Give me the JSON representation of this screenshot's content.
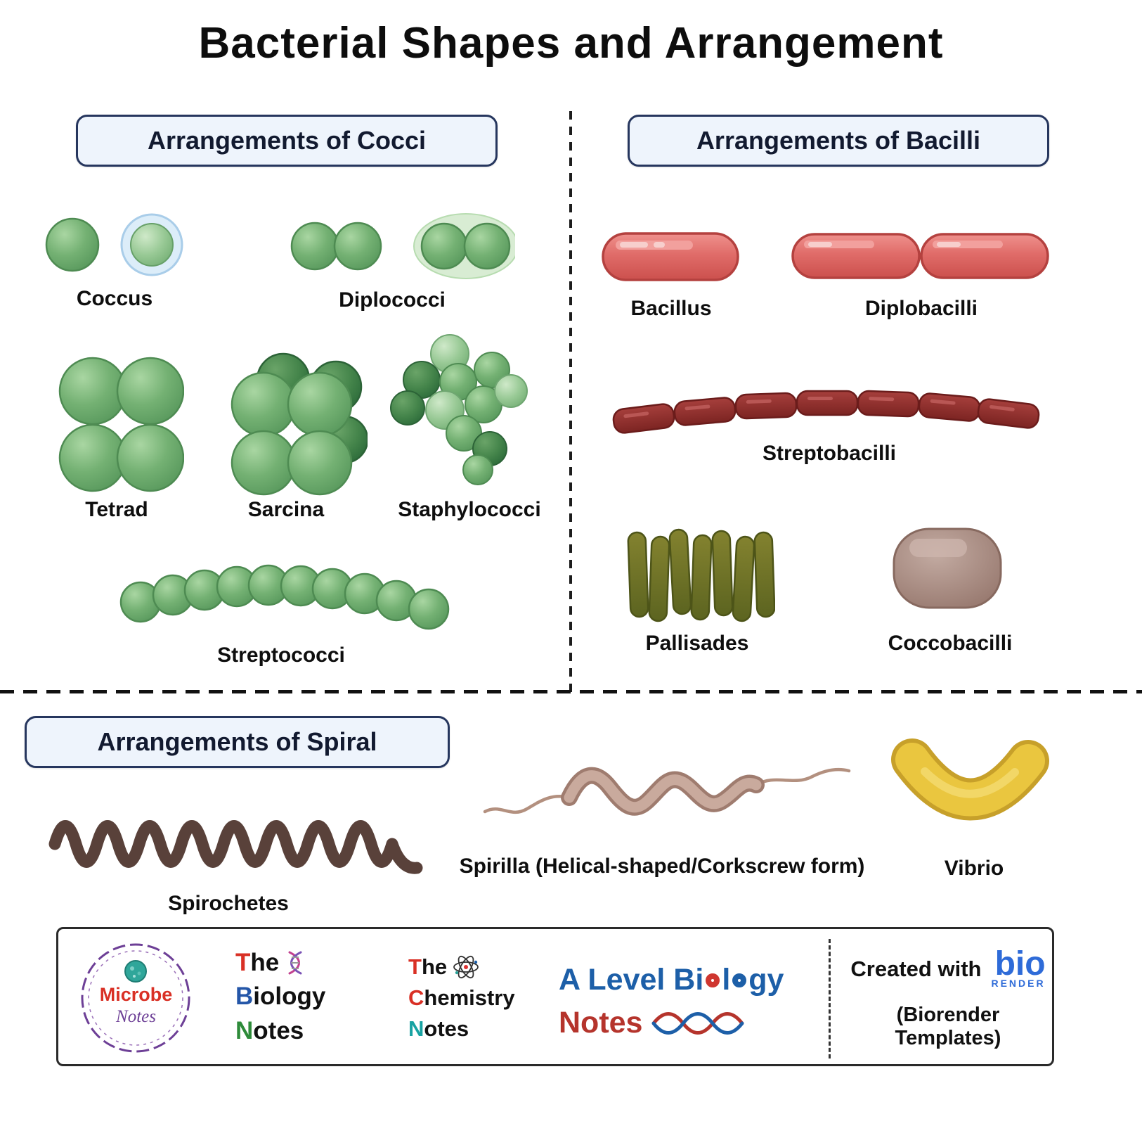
{
  "title": "Bacterial Shapes and Arrangement",
  "sections": {
    "cocci": {
      "header": "Arrangements of Cocci",
      "labels": {
        "coccus": "Coccus",
        "diplococci": "Diplococci",
        "tetrad": "Tetrad",
        "sarcina": "Sarcina",
        "staphylococci": "Staphylococci",
        "streptococci": "Streptococci"
      }
    },
    "bacilli": {
      "header": "Arrangements of Bacilli",
      "labels": {
        "bacillus": "Bacillus",
        "diplobacilli": "Diplobacilli",
        "streptobacilli": "Streptobacilli",
        "pallisades": "Pallisades",
        "coccobacilli": "Coccobacilli"
      }
    },
    "spiral": {
      "header": "Arrangements of Spiral",
      "labels": {
        "spirochetes": "Spirochetes",
        "spirilla": "Spirilla (Helical-shaped/Corkscrew form)",
        "vibrio": "Vibrio"
      }
    }
  },
  "footer": {
    "microbe": {
      "line1": "Microbe",
      "line2": "Notes"
    },
    "biology": {
      "t1": "T",
      "t1r": "he",
      "t2": "B",
      "t2r": "iology",
      "t3": "N",
      "t3r": "otes"
    },
    "chemistry": {
      "t1": "T",
      "t1r": "he",
      "t2": "C",
      "t2r": "hemistry",
      "t3": "N",
      "t3r": "otes"
    },
    "alevel": {
      "p1": "A Level Bi",
      "o1": "o",
      "p2": "l",
      "o2": "o",
      "p3": "gy",
      "notes": "Notes"
    },
    "biorender": {
      "created": "Created with",
      "bio": "bio",
      "render": "RENDER",
      "templates": "(Biorender Templates)"
    }
  },
  "icons": {
    "dna": "dna-icon",
    "atom": "atom-icon",
    "globe": "globe-icon",
    "helix": "double-helix-icon"
  },
  "colors": {
    "cocci_green": "#74b173",
    "bacilli_red": "#e06c69",
    "streptobacilli_dark_red": "#8e2d2b",
    "pallisades_olive": "#6d7527",
    "coccobacilli_brown": "#a1887d",
    "spirochetes_brown": "#59413a",
    "spirilla_tan": "#c9aa9d",
    "vibrio_yellow": "#eac63f",
    "header_fill": "#eef4fc",
    "header_border": "#26365e"
  }
}
